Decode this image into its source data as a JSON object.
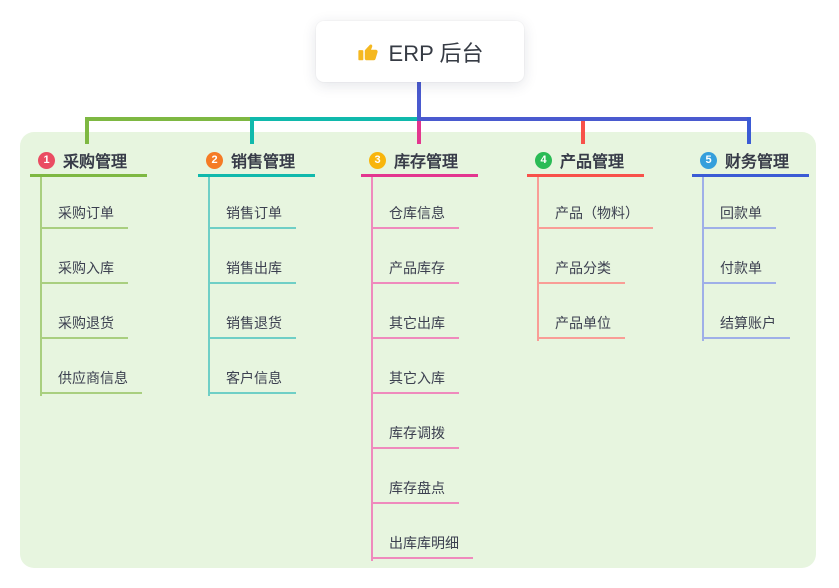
{
  "root": {
    "label": "ERP 后台",
    "icon": "thumbs-up-icon",
    "icon_color": "#f5b820"
  },
  "connector_color": "#4a5acf",
  "canvas_bg": "#e7f5df",
  "branches": [
    {
      "num": "1",
      "label": "采购管理",
      "badge_color": "#ea4c62",
      "line_color": "#7eb842",
      "light_color": "#a9cf7f",
      "children": [
        "采购订单",
        "采购入库",
        "采购退货",
        "供应商信息"
      ]
    },
    {
      "num": "2",
      "label": "销售管理",
      "badge_color": "#f57b25",
      "line_color": "#10b9ac",
      "light_color": "#6fcfc6",
      "children": [
        "销售订单",
        "销售出库",
        "销售退货",
        "客户信息"
      ]
    },
    {
      "num": "3",
      "label": "库存管理",
      "badge_color": "#f8b50c",
      "line_color": "#e3368f",
      "light_color": "#ef8abd",
      "children": [
        "仓库信息",
        "产品库存",
        "其它出库",
        "其它入库",
        "库存调拨",
        "库存盘点",
        "出库库明细"
      ]
    },
    {
      "num": "4",
      "label": "产品管理",
      "badge_color": "#2abb55",
      "line_color": "#f8514a",
      "light_color": "#f99d96",
      "children": [
        "产品（物料）",
        "产品分类",
        "产品单位"
      ]
    },
    {
      "num": "5",
      "label": "财务管理",
      "badge_color": "#359fdc",
      "line_color": "#3b5bd5",
      "light_color": "#9fafe8",
      "children": [
        "回款单",
        "付款单",
        "结算账户"
      ]
    }
  ]
}
